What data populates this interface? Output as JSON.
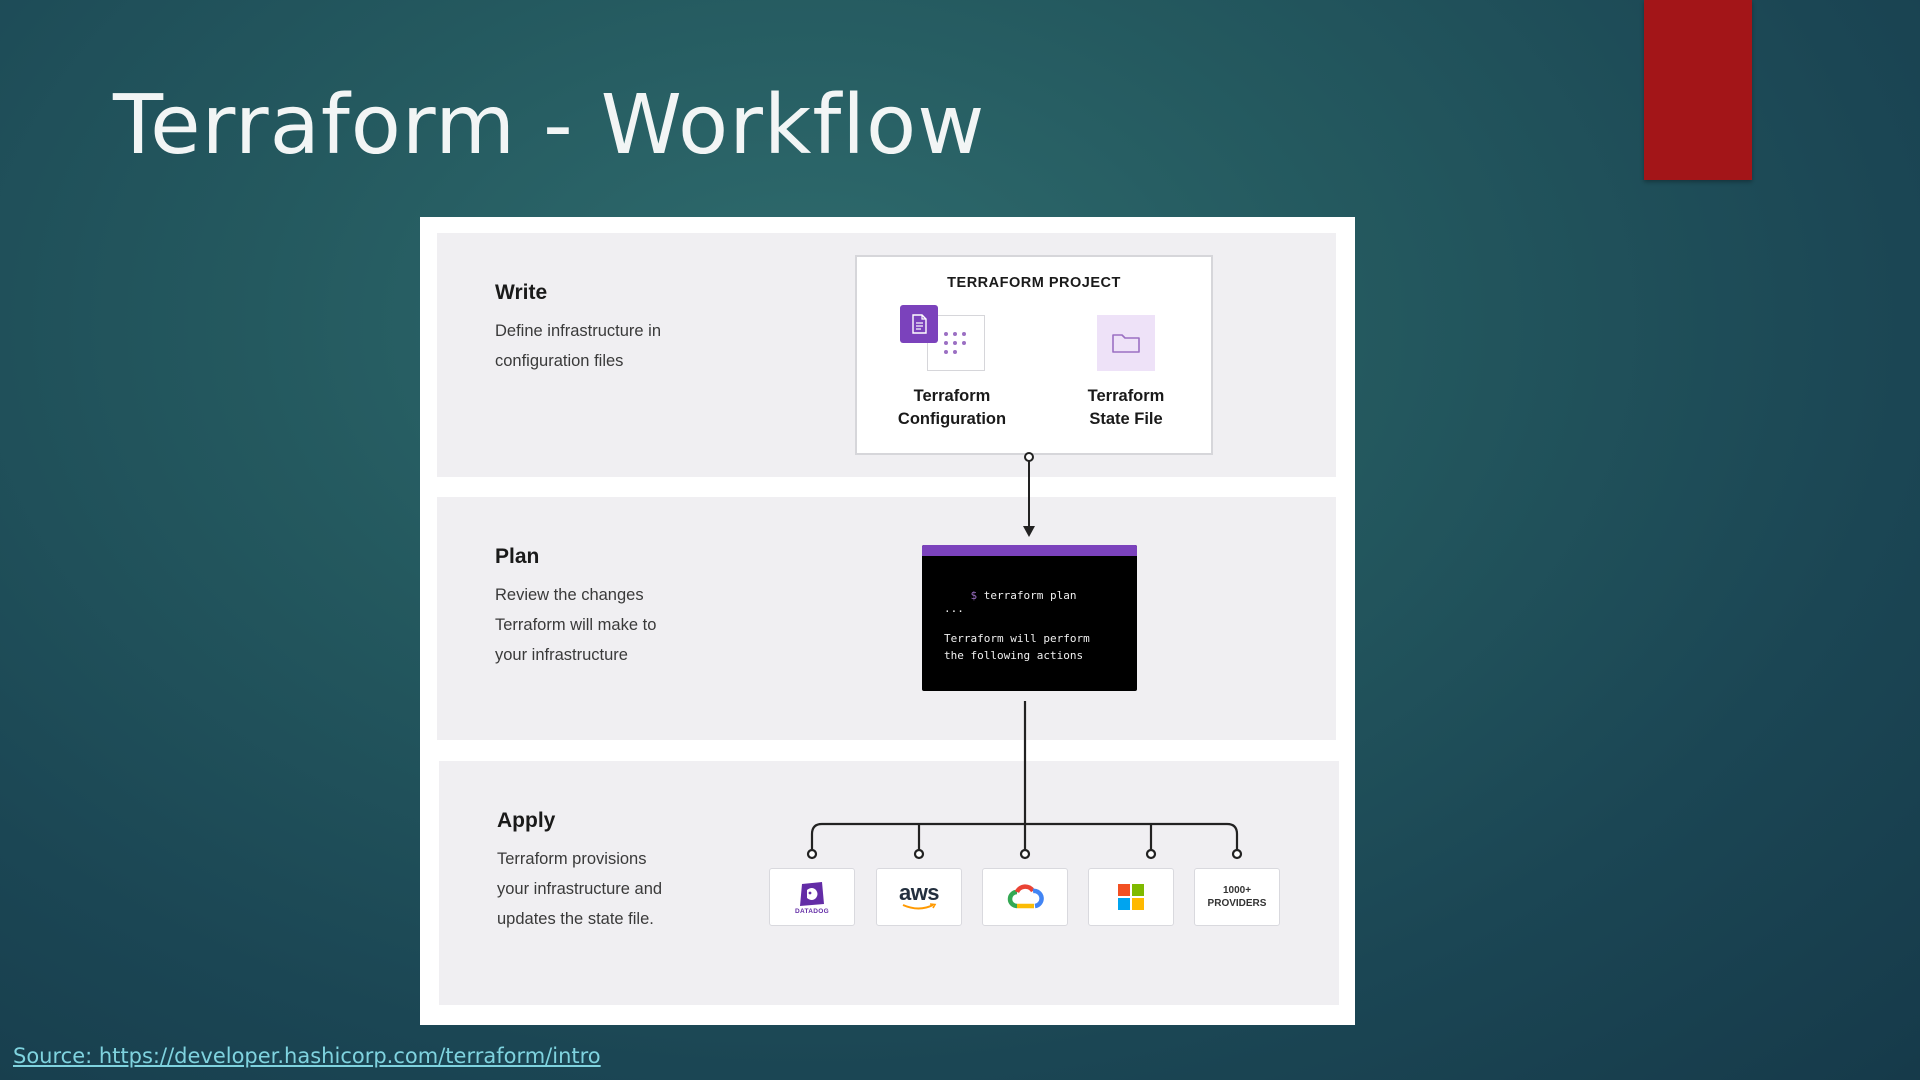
{
  "slide": {
    "title": "Terraform - Workflow",
    "source_link": "Source: https://developer.hashicorp.com/terraform/intro",
    "accent_color": "#a31518"
  },
  "diagram": {
    "stages": [
      {
        "title": "Write",
        "description": "Define infrastructure in\nconfiguration files"
      },
      {
        "title": "Plan",
        "description": "Review the changes\nTerraform will make to\nyour infrastructure"
      },
      {
        "title": "Apply",
        "description": "Terraform provisions\nyour infrastructure and\nupdates the state file."
      }
    ],
    "project": {
      "title": "TERRAFORM PROJECT",
      "configuration_label": "Terraform\nConfiguration",
      "state_file_label": "Terraform\nState File",
      "config_icon": "document-icon",
      "state_icon": "folder-icon"
    },
    "terminal": {
      "prompt": "$",
      "command": "terraform plan",
      "ellipsis": "...",
      "output_line1": "Terraform will perform",
      "output_line2": "the following actions"
    },
    "providers": [
      {
        "name": "Datadog",
        "text": "DATADOG",
        "icon": "datadog-logo"
      },
      {
        "name": "AWS",
        "text": "aws",
        "icon": "aws-logo"
      },
      {
        "name": "Google Cloud",
        "icon": "google-cloud-logo"
      },
      {
        "name": "Microsoft",
        "icon": "microsoft-logo"
      },
      {
        "name": "Providers",
        "text": "1000+\nPROVIDERS"
      }
    ],
    "brand_color": "#7b42bc"
  }
}
